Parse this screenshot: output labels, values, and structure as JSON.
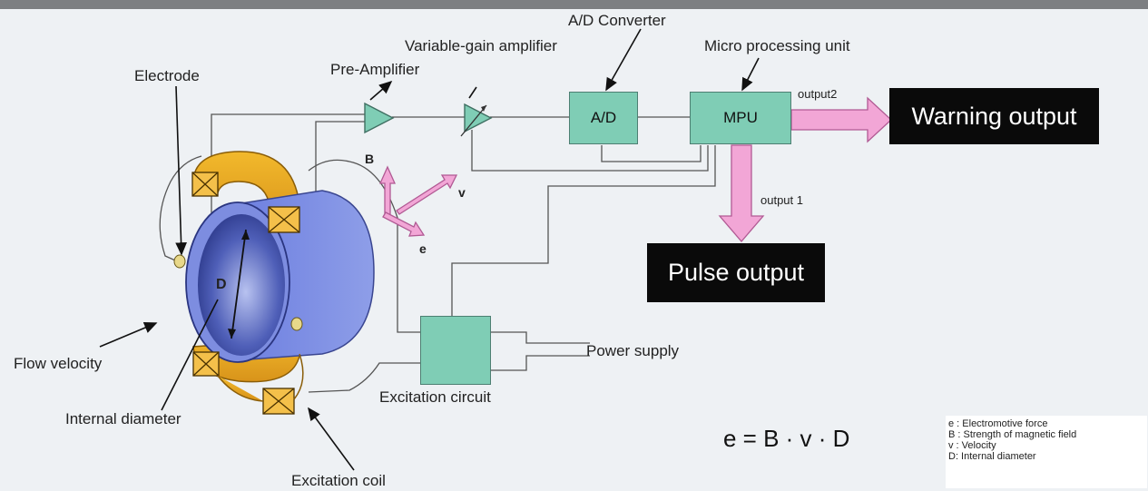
{
  "labels": {
    "electrode": "Electrode",
    "pre_amplifier": "Pre-Amplifier",
    "variable_gain_amplifier": "Variable-gain amplifier",
    "ad_converter": "A/D Converter",
    "micro_processing_unit": "Micro processing unit",
    "output2": "output2",
    "output1": "output 1",
    "flow_velocity": "Flow velocity",
    "internal_diameter": "Internal diameter",
    "excitation_coil": "Excitation coil",
    "excitation_circuit": "Excitation circuit",
    "power_supply": "Power supply",
    "d": "D",
    "b": "B",
    "v": "v",
    "e": "e"
  },
  "boxes": {
    "ad": "A/D",
    "mpu": "MPU"
  },
  "outputs": {
    "warning": "Warning output",
    "pulse": "Pulse output"
  },
  "formula": "e = B · v · D",
  "legend": [
    "e : Electromotive force",
    "B : Strength of magnetic field",
    "v : Velocity",
    "D: Internal diameter"
  ],
  "colors": {
    "background": "#eef1f4",
    "block_fill": "#7fcdb5",
    "pipe_blue": "#7f8fe0",
    "coil_yellow": "#e8a91f",
    "arrow_pink": "#f2a6d6",
    "output_box": "#0a0a0a"
  }
}
